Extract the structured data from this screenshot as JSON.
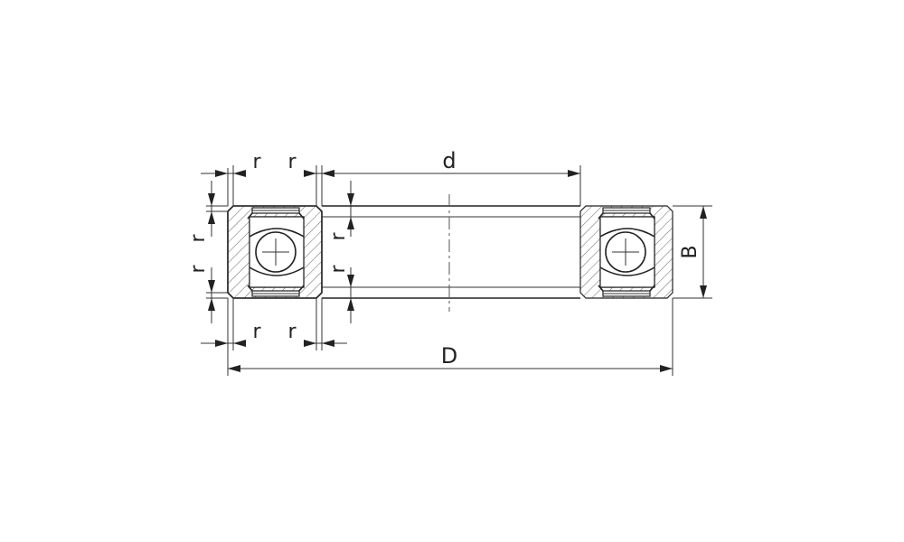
{
  "drawing": {
    "labels": {
      "bore_diameter": "d",
      "outer_diameter": "D",
      "width": "B",
      "chamfer": "r"
    },
    "colors": {
      "line": "#222222",
      "background": "#ffffff"
    }
  }
}
